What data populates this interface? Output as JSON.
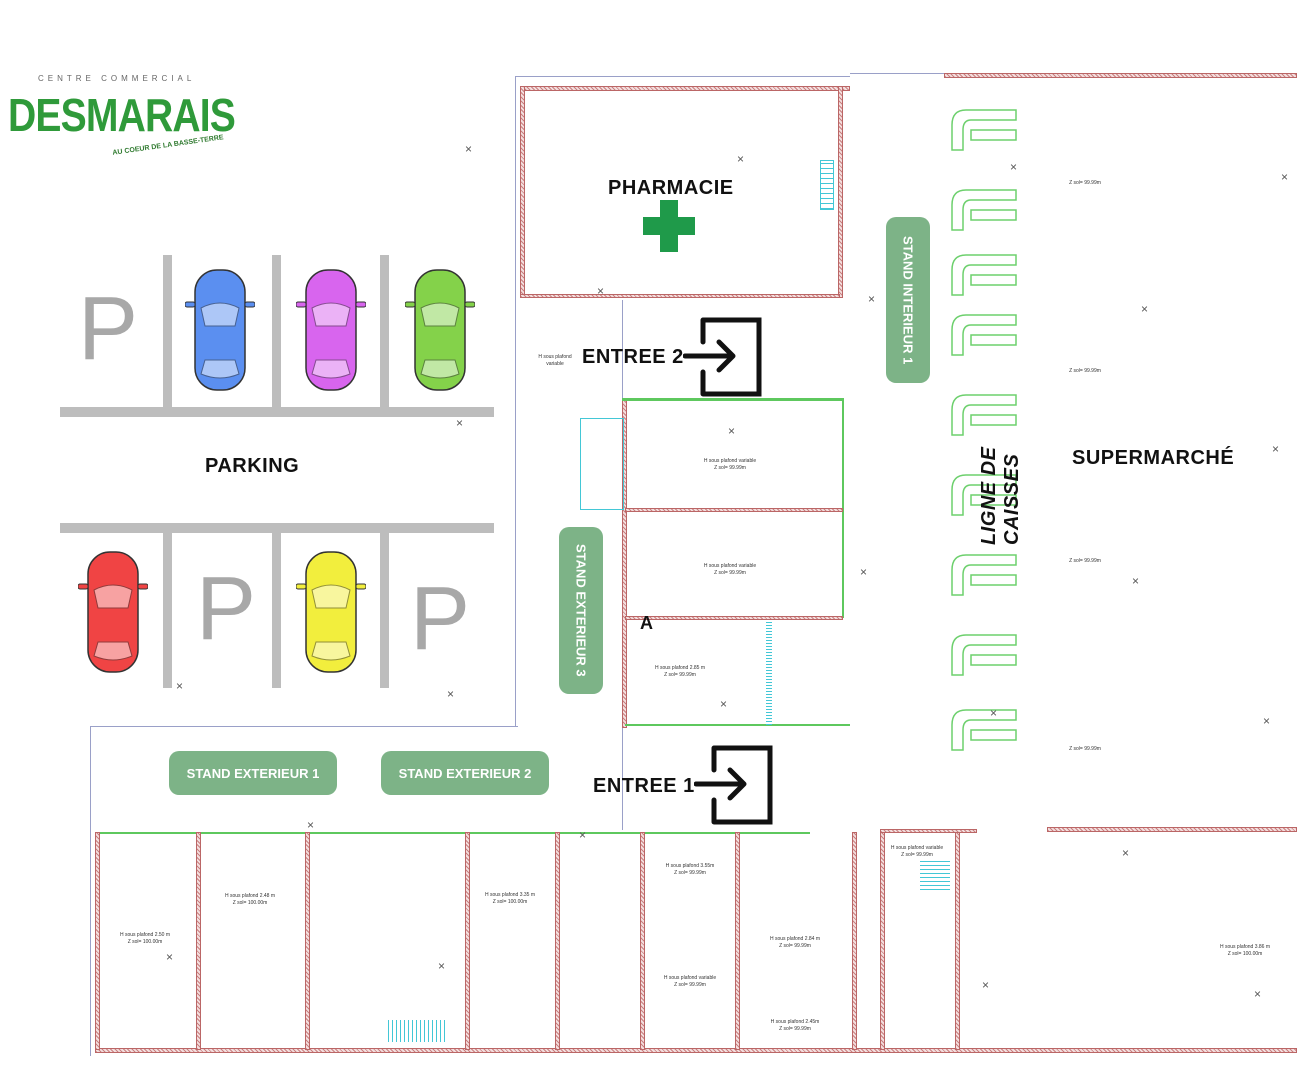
{
  "logo": {
    "top": "CENTRE COMMERCIAL",
    "name": "DESMARAIS",
    "tagline": "AU COEUR DE LA BASSE-TERRE"
  },
  "labels": {
    "pharmacie": "PHARMACIE",
    "entree1": "ENTREE 1",
    "entree2": "ENTREE 2",
    "parking": "PARKING",
    "supermarche": "SUPERMARCHÉ",
    "caisses": "LIGNE DE CAISSES",
    "a": "A"
  },
  "stands": {
    "interieur1": "STAND INTERIEUR 1",
    "exterieur1": "STAND EXTERIEUR 1",
    "exterieur2": "STAND EXTERIEUR 2",
    "exterieur3": "STAND EXTERIEUR 3"
  },
  "parking": {
    "p": "P",
    "cars": [
      {
        "color": "#5b8ff0"
      },
      {
        "color": "#d865ee"
      },
      {
        "color": "#84d24a"
      },
      {
        "color": "#f04444"
      },
      {
        "color": "#f2ee3d"
      }
    ]
  },
  "notes": {
    "h_var": "H sous plafond variable",
    "z_sol": "Z sol= 99.99m",
    "h285": "H sous plafond 2.85 m",
    "h248": "H sous plafond 2.48 m",
    "z100": "Z sol= 100.00m",
    "h250": "H sous plafond 2.50 m",
    "h335": "H sous plafond 3.35 m",
    "h355": "H sous plafond 3.55m",
    "h284": "H sous plafond 2.84 m",
    "h245": "H sous plafond 2.45m",
    "h386": "H sous plafond 3.86 m",
    "zsol_small": "Z sol= 99.99m"
  },
  "colors": {
    "accent": "#7db387",
    "cross": "#1f9a4a"
  }
}
